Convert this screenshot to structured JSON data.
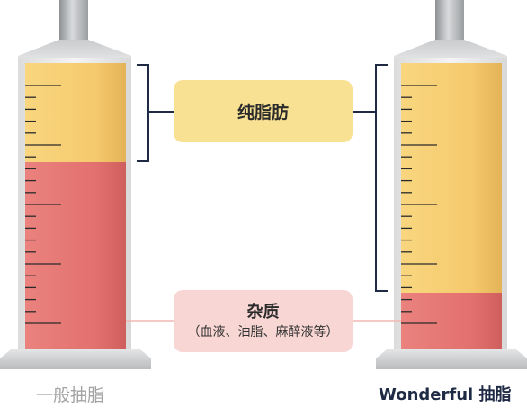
{
  "labels": {
    "fat": "纯脂肪",
    "impurity_title": "杂质",
    "impurity_detail": "（血液、油脂、麻醉液等）"
  },
  "captions": {
    "left": "一般抽脂",
    "right": "Wonderful 抽脂"
  },
  "syringes": [
    {
      "name": "一般抽脂",
      "fat_fraction": 0.34,
      "impurity_fraction": 0.66
    },
    {
      "name": "Wonderful 抽脂",
      "fat_fraction": 0.8,
      "impurity_fraction": 0.2
    }
  ],
  "colors": {
    "fat": "#f5c96d",
    "impurity": "#e2706e",
    "bracket": "#1f2a44",
    "connector": "#f2b8b3"
  }
}
